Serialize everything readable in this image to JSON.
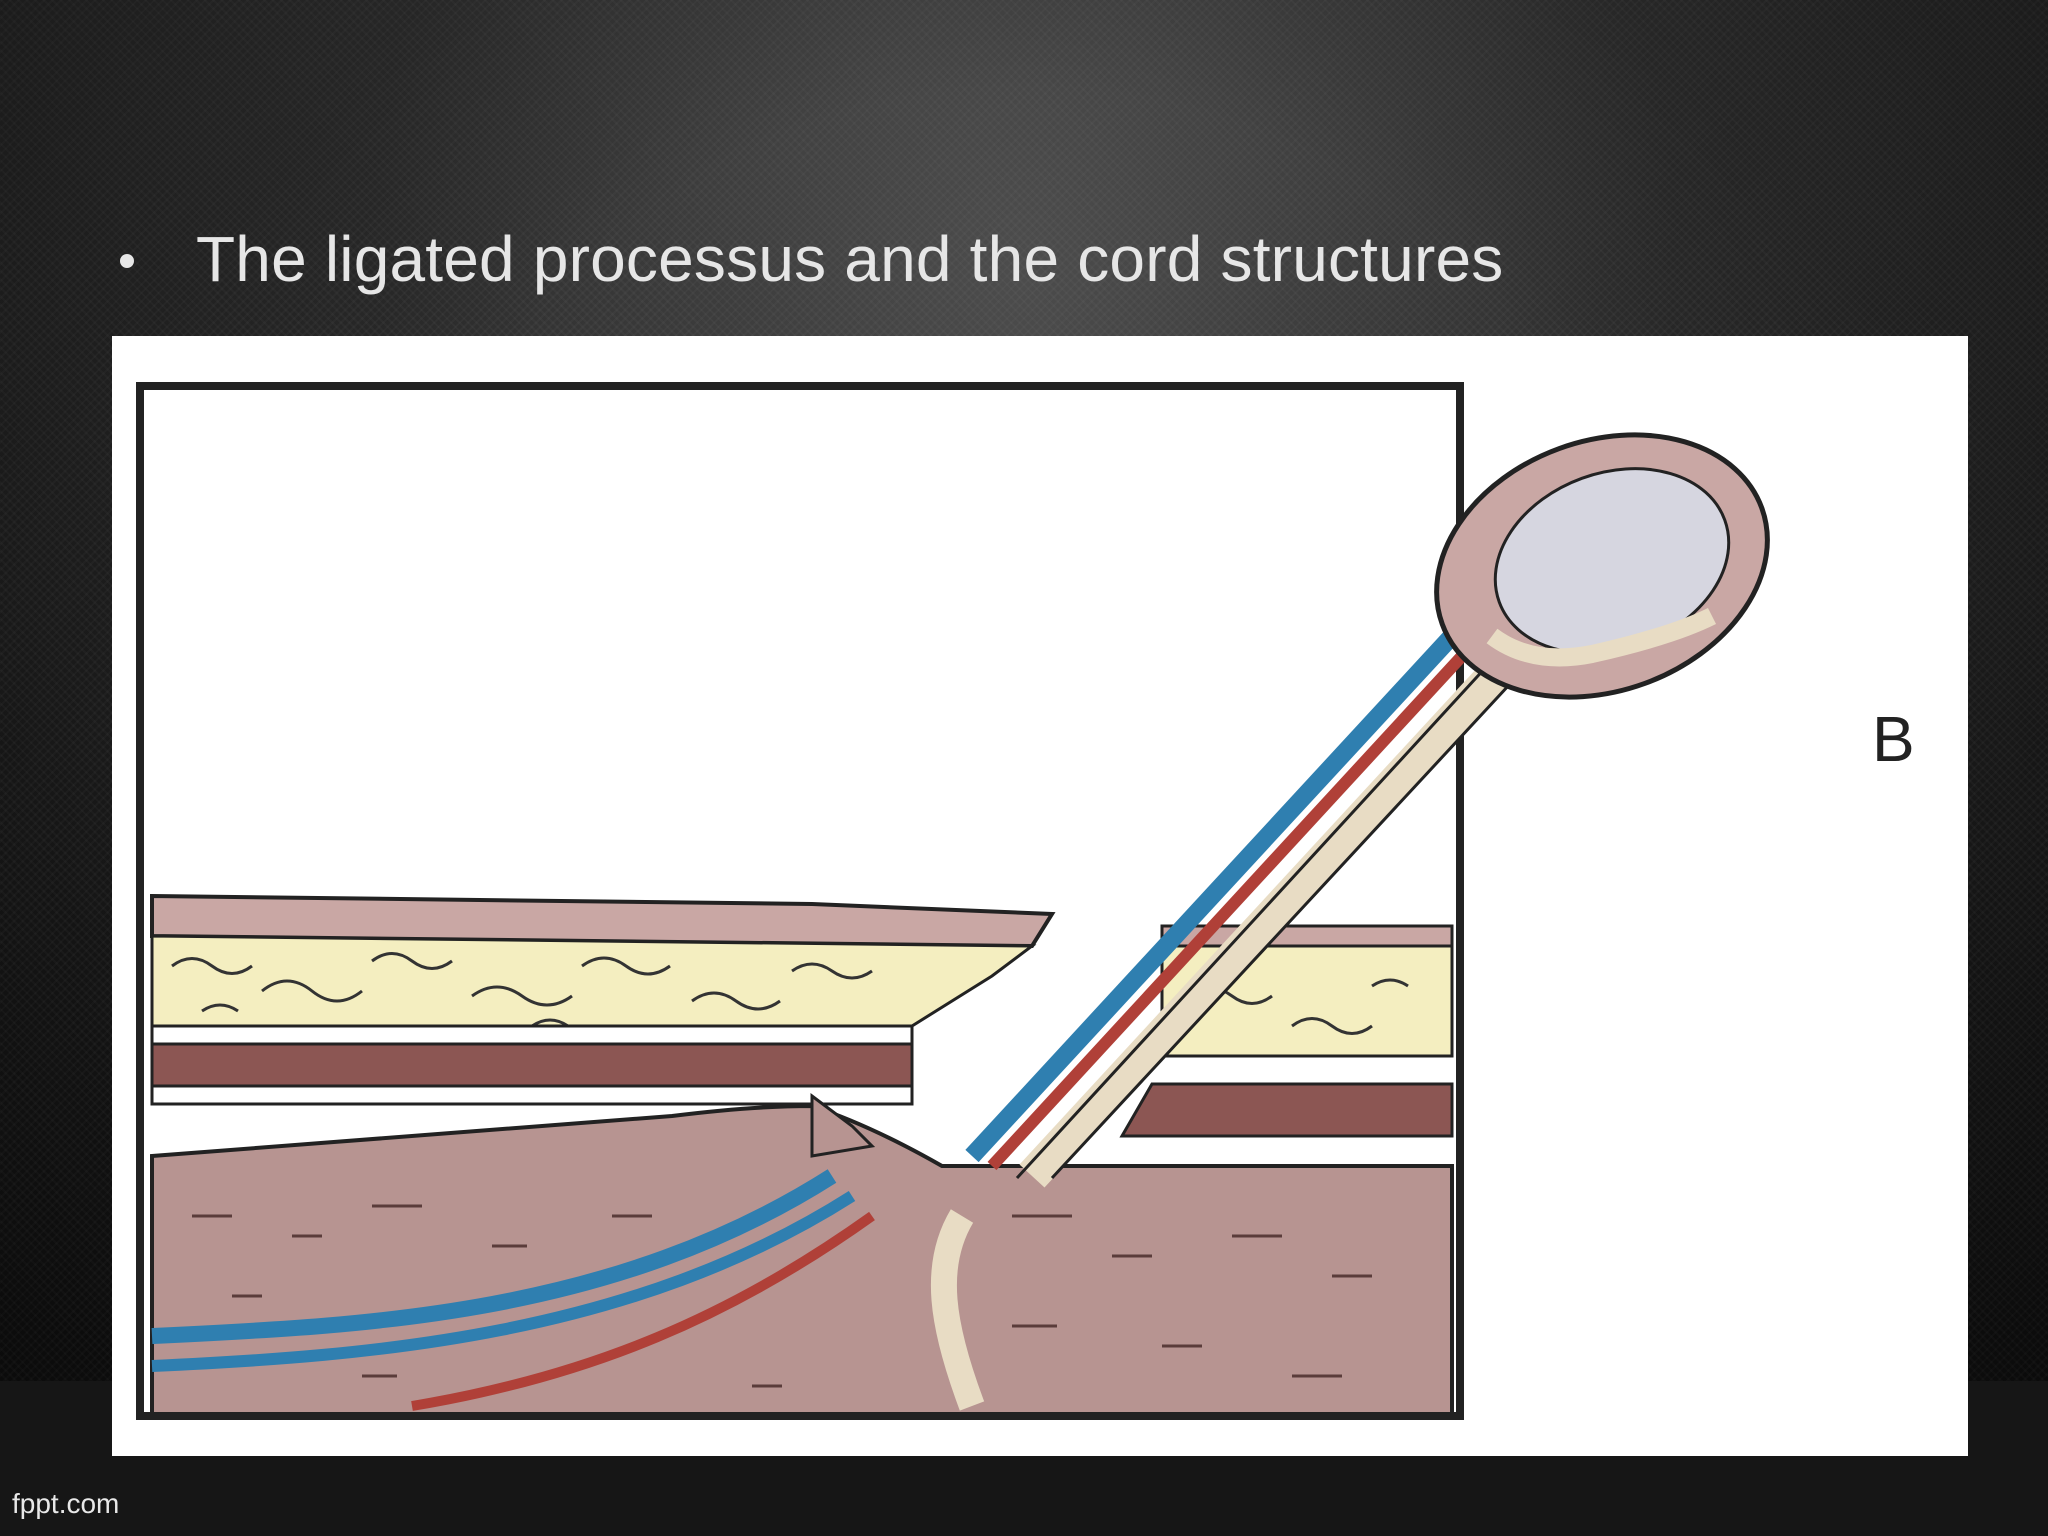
{
  "slide": {
    "bullet_text": "The ligated processus and the cord structures",
    "figure_label": "B",
    "footer_brand": "fppt.com"
  },
  "colors": {
    "tissue": "#b79491",
    "tissue_dark": "#8a5e5c",
    "muscle": "#8c5653",
    "fat": "#f4eec0",
    "vein_blue": "#2f7fb0",
    "artery_red": "#b04038",
    "cord_beige": "#e8dcc4",
    "testis": "#d6d6e0"
  }
}
